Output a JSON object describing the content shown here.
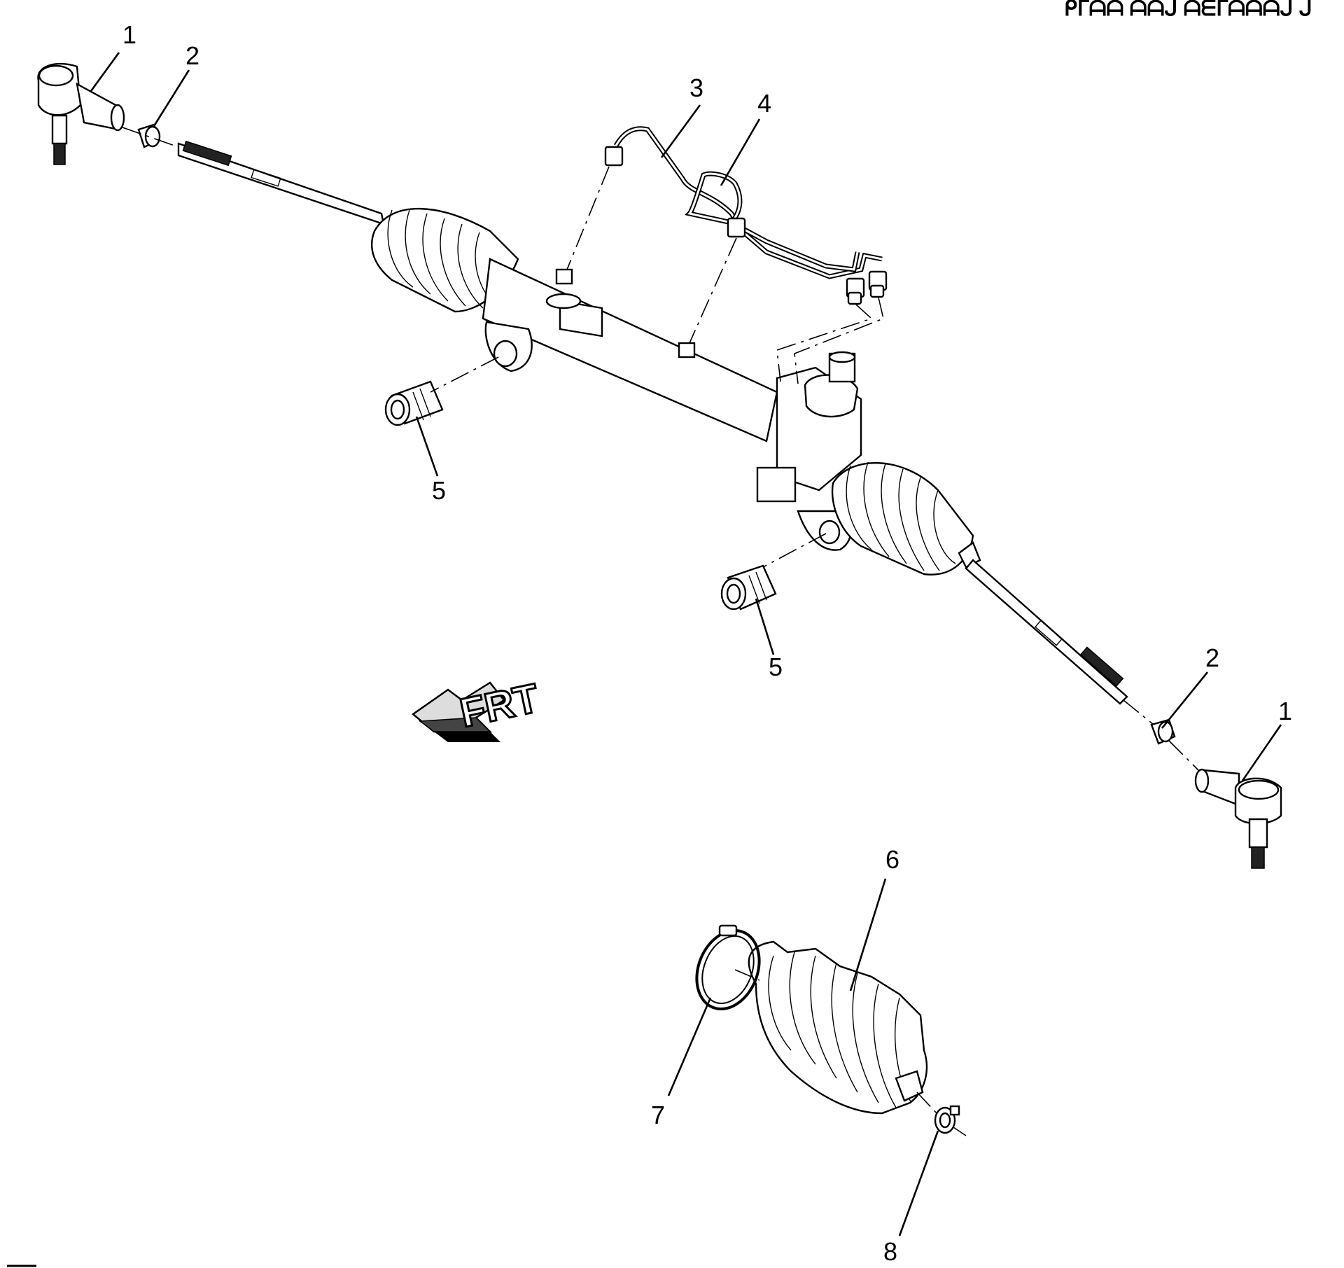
{
  "diagram": {
    "header_code": "ᑭᒥᗩᗩ ᗩᗩᒍ ᗩᗴᒥᗩᗩᗩᒍ ᒍ",
    "orientation_arrow": {
      "label": "FRT",
      "icon": "front-direction-arrow-icon"
    },
    "callouts": [
      {
        "id": "callout-1-left",
        "number": "1",
        "part": "outer-tie-rod-end-left"
      },
      {
        "id": "callout-2-left",
        "number": "2",
        "part": "jam-nut-left"
      },
      {
        "id": "callout-3",
        "number": "3",
        "part": "pressure-pipe"
      },
      {
        "id": "callout-4",
        "number": "4",
        "part": "return-pipe"
      },
      {
        "id": "callout-5-left",
        "number": "5",
        "part": "mount-bushing-left"
      },
      {
        "id": "callout-5-right",
        "number": "5",
        "part": "mount-bushing-right"
      },
      {
        "id": "callout-2-right",
        "number": "2",
        "part": "jam-nut-right"
      },
      {
        "id": "callout-1-right",
        "number": "1",
        "part": "outer-tie-rod-end-right"
      },
      {
        "id": "callout-6",
        "number": "6",
        "part": "boot"
      },
      {
        "id": "callout-7",
        "number": "7",
        "part": "boot-clamp-large"
      },
      {
        "id": "callout-8",
        "number": "8",
        "part": "boot-clamp-small"
      }
    ]
  }
}
